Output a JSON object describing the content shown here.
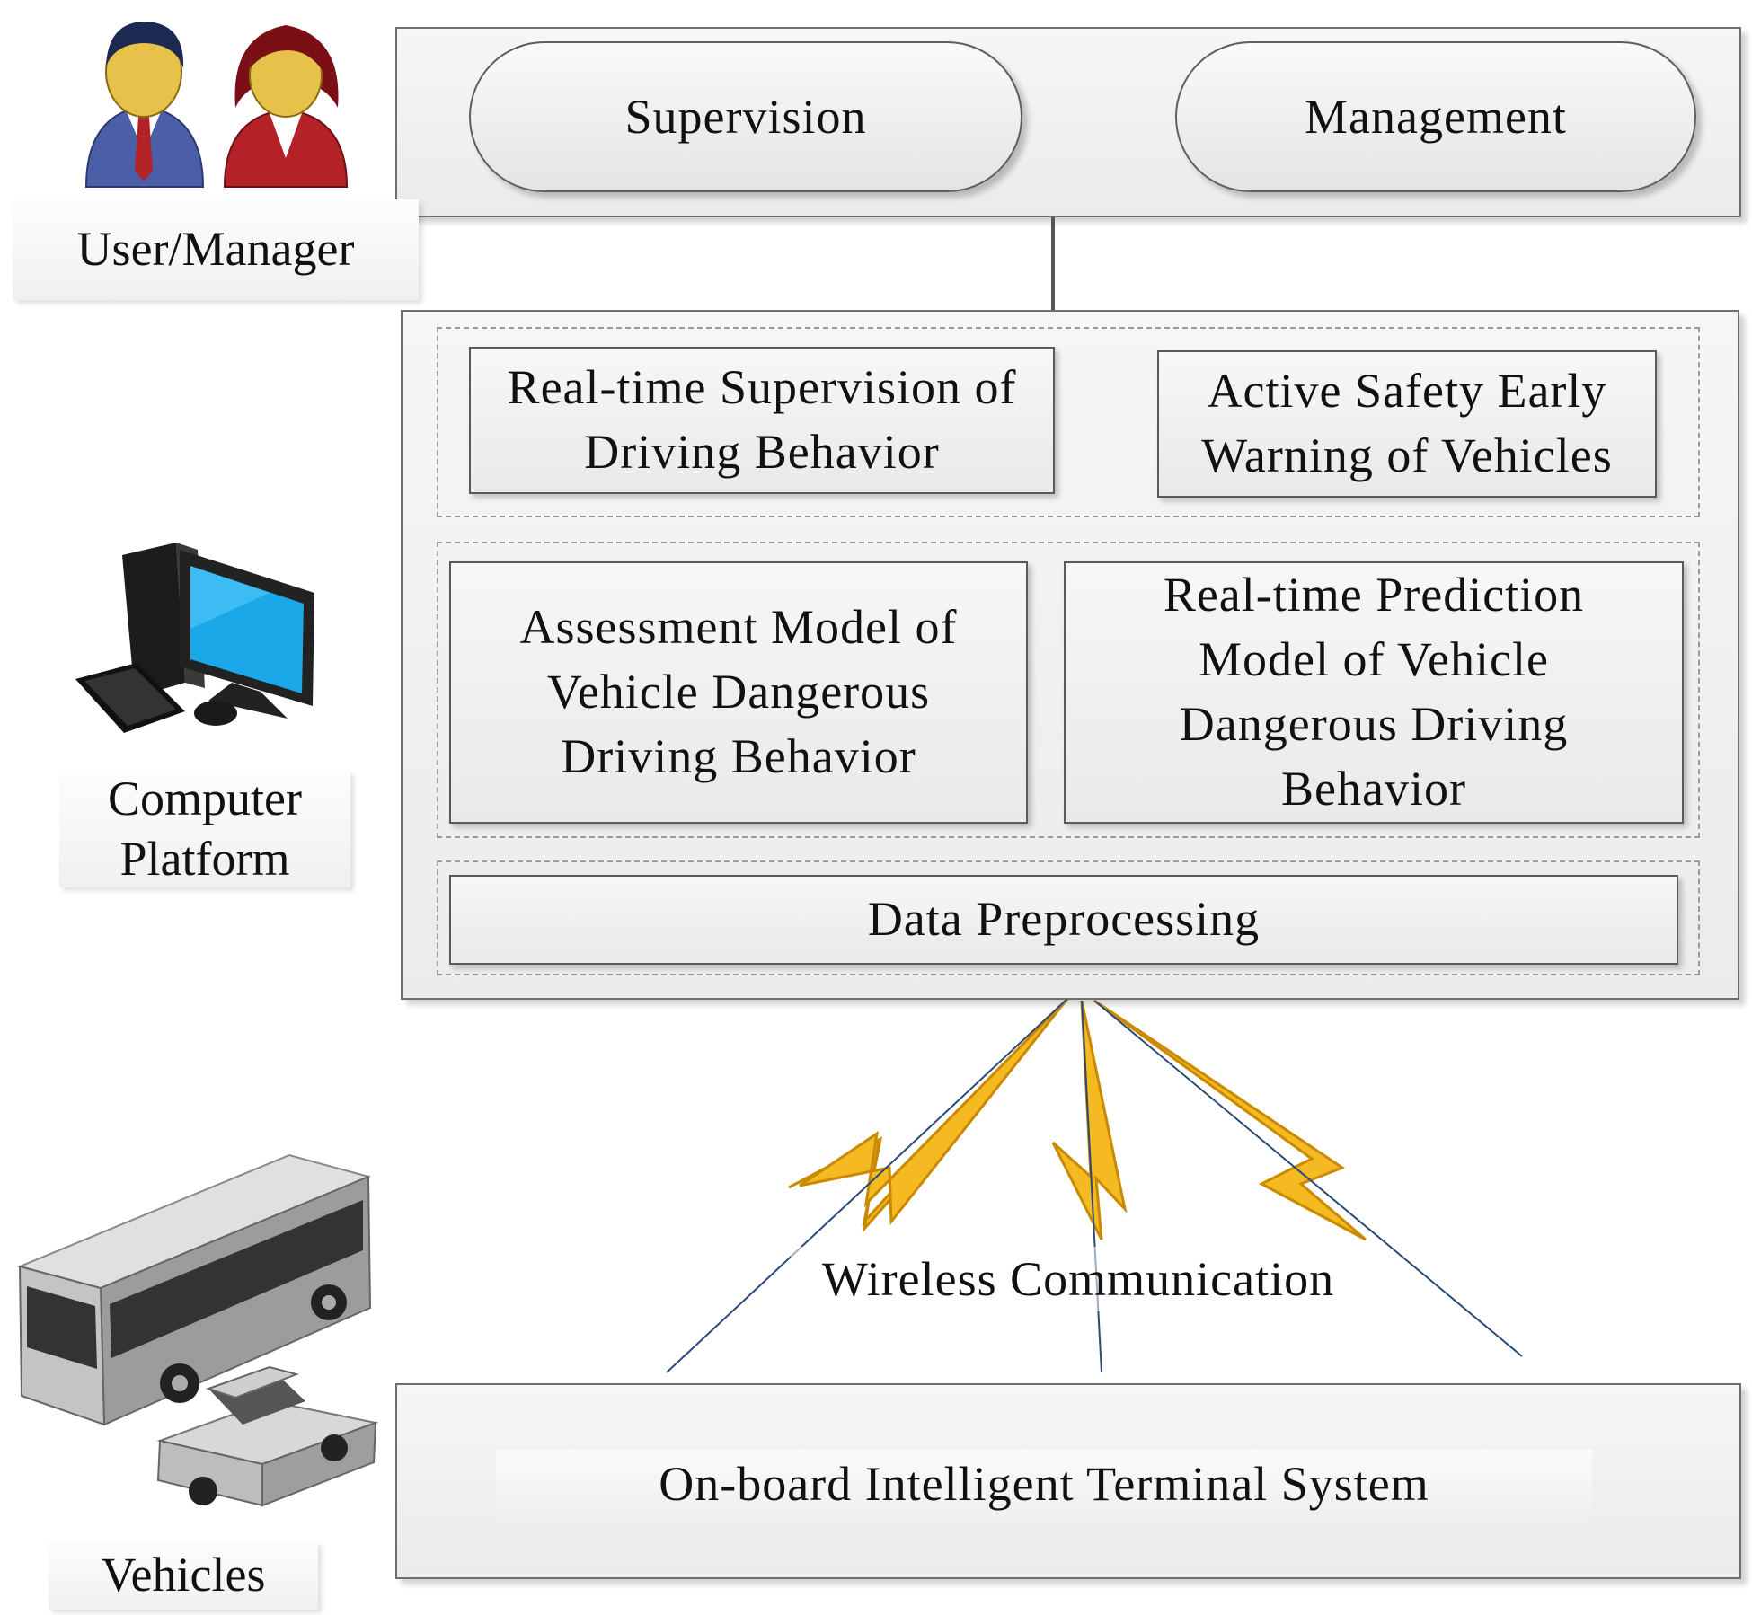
{
  "actors": {
    "user_manager": "User/Manager",
    "computer_platform": "Computer\nPlatform",
    "vehicles": "Vehicles"
  },
  "top_layer": {
    "supervision": "Supervision",
    "management": "Management"
  },
  "platform": {
    "application_row": [
      "Real-time Supervision of\nDriving Behavior",
      "Active Safety Early\nWarning of Vehicles"
    ],
    "model_row": [
      "Assessment Model of\nVehicle Dangerous\nDriving Behavior",
      "Real-time Prediction\nModel of Vehicle\nDangerous Driving\nBehavior"
    ],
    "data_preprocessing": "Data Preprocessing"
  },
  "wireless_communication": "Wireless Communication",
  "onboard_system": "On-board Intelligent Terminal System",
  "colors": {
    "lightning_fill": "#f5b921",
    "lightning_stroke": "#c98a00",
    "wireless_line": "#2b4a7a",
    "suit_blue": "#4a5fa8",
    "suit_red": "#b32227",
    "monitor_blue": "#1aa8e8",
    "vehicle_gray": "#9c9c9c"
  },
  "icons": [
    "user-manager-icon",
    "computer-icon",
    "bus-icon",
    "car-icon",
    "lightning-icon"
  ]
}
